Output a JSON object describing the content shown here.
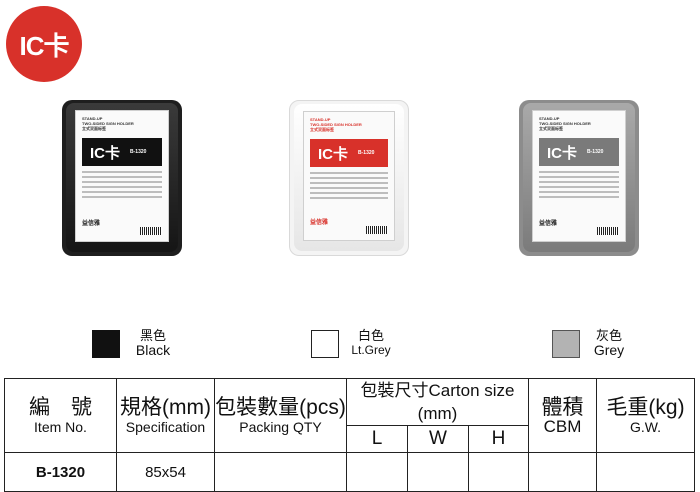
{
  "badge": {
    "label": "IC卡"
  },
  "products": [
    {
      "card_header": "STAND-UP\nTWO-SIDED SIGN HOLDER\n立式双面标签",
      "card_title": "IC卡",
      "card_model": "B-1320",
      "card_logo": "益信雅",
      "band_color": "#111111"
    },
    {
      "card_header": "STAND-UP\nTWO-SIDED SIGN HOLDER\n立式双面标签",
      "card_title": "IC卡",
      "card_model": "B-1320",
      "card_logo": "益信雅",
      "band_color": "#d8312a"
    },
    {
      "card_header": "STAND-UP\nTWO-SIDED SIGN HOLDER\n立式双面标签",
      "card_title": "IC卡",
      "card_model": "B-1320",
      "card_logo": "益信雅",
      "band_color": "#7a7a7a"
    }
  ],
  "colors": [
    {
      "cn": "黑色",
      "en": "Black",
      "swatch": "#111111"
    },
    {
      "cn": "白色",
      "en": "Lt.Grey",
      "swatch": "#ffffff"
    },
    {
      "cn": "灰色",
      "en": "Grey",
      "swatch": "#b3b3b3"
    }
  ],
  "table": {
    "headers": [
      {
        "cn": "編　號",
        "en": "Item No."
      },
      {
        "cn": "規格(mm)",
        "en": "Specification"
      },
      {
        "cn": "包裝數量(pcs)",
        "en": "Packing QTY"
      },
      {
        "cn": "包裝尺寸Carton size (mm)",
        "en": ""
      },
      {
        "cn": "體積",
        "en": "CBM"
      },
      {
        "cn": "毛重(kg)",
        "en": "G.W."
      }
    ],
    "carton_sub": [
      "L",
      "W",
      "H"
    ],
    "row": {
      "item_no": "B-1320",
      "spec": "85x54",
      "packing_qty": "",
      "l": "",
      "w": "",
      "h": "",
      "cbm": "",
      "gw": ""
    }
  }
}
